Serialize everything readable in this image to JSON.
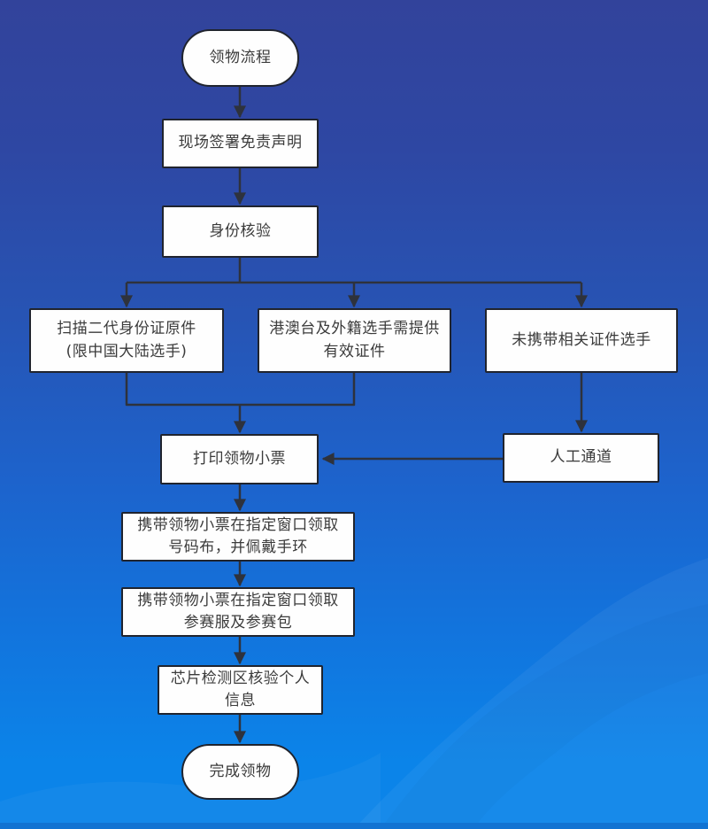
{
  "flowchart": {
    "title_hint": "领物流程",
    "nodes": {
      "start": {
        "label": "领物流程",
        "shape": "stadium"
      },
      "sign_disclaimer": {
        "label": "现场签署免责声明",
        "shape": "rect"
      },
      "identity_check": {
        "label": "身份核验",
        "shape": "rect"
      },
      "scan_id": {
        "label": "扫描二代身份证原件\n(限中国大陆选手)",
        "shape": "rect"
      },
      "hmt_foreign": {
        "label": "港澳台及外籍选手需提供\n有效证件",
        "shape": "rect"
      },
      "no_docs": {
        "label": "未携带相关证件选手",
        "shape": "rect"
      },
      "print_receipt": {
        "label": "打印领物小票",
        "shape": "rect"
      },
      "manual_channel": {
        "label": "人工通道",
        "shape": "rect"
      },
      "bib_wristband": {
        "label": "携带领物小票在指定窗口领取\n号码布，并佩戴手环",
        "shape": "rect"
      },
      "race_pack": {
        "label": "携带领物小票在指定窗口领取\n参赛服及参赛包",
        "shape": "rect"
      },
      "chip_check": {
        "label": "芯片检测区核验个人\n信息",
        "shape": "rect"
      },
      "finish": {
        "label": "完成领物",
        "shape": "stadium"
      }
    },
    "edges": [
      {
        "from": "start",
        "to": "sign_disclaimer"
      },
      {
        "from": "sign_disclaimer",
        "to": "identity_check"
      },
      {
        "from": "identity_check",
        "to": "scan_id"
      },
      {
        "from": "identity_check",
        "to": "hmt_foreign"
      },
      {
        "from": "identity_check",
        "to": "no_docs"
      },
      {
        "from": "scan_id",
        "to": "print_receipt"
      },
      {
        "from": "hmt_foreign",
        "to": "print_receipt"
      },
      {
        "from": "no_docs",
        "to": "manual_channel"
      },
      {
        "from": "manual_channel",
        "to": "print_receipt"
      },
      {
        "from": "print_receipt",
        "to": "bib_wristband"
      },
      {
        "from": "bib_wristband",
        "to": "race_pack"
      },
      {
        "from": "race_pack",
        "to": "chip_check"
      },
      {
        "from": "chip_check",
        "to": "finish"
      }
    ],
    "colors": {
      "background_top": "#32439b",
      "background_bottom": "#0b84e9",
      "bottom_strip": "#1273d2",
      "node_fill": "#fefefe",
      "node_border": "#20242e",
      "connector": "#2e323c",
      "text": "#3b3b3b"
    }
  }
}
